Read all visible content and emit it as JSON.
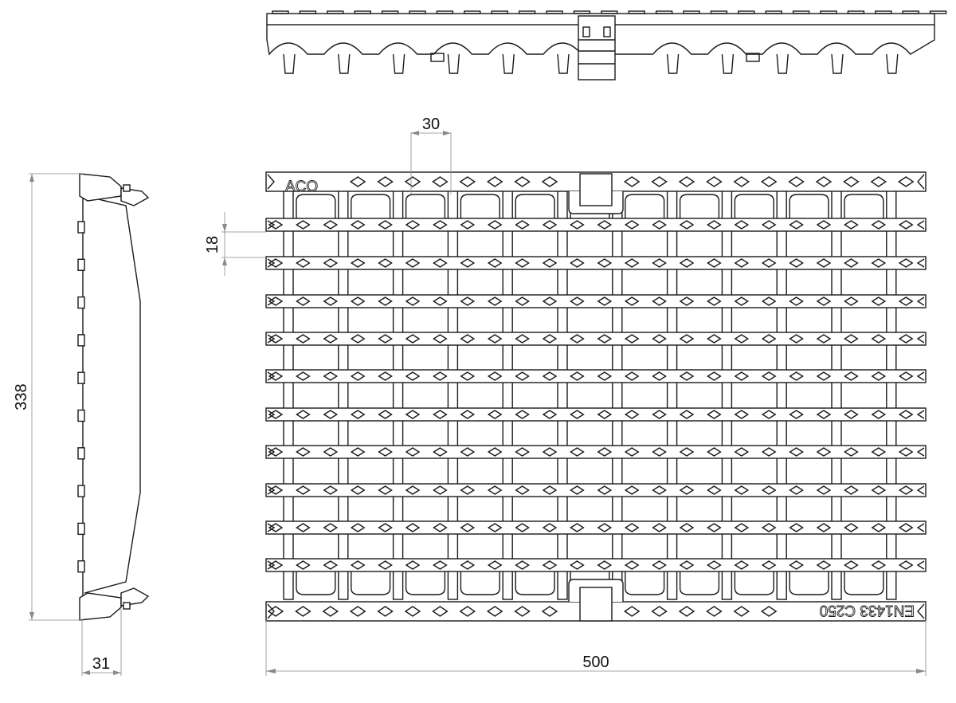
{
  "dimensions": {
    "rib_pitch": "30",
    "bar_width": "18",
    "height": "338",
    "depth": "31",
    "length": "500"
  },
  "markings": {
    "brand": "ACO",
    "standard": "EN1433 C250"
  },
  "colors": {
    "line": "#1a1a1a",
    "dimension": "#8a8a8a",
    "background": "#ffffff"
  }
}
